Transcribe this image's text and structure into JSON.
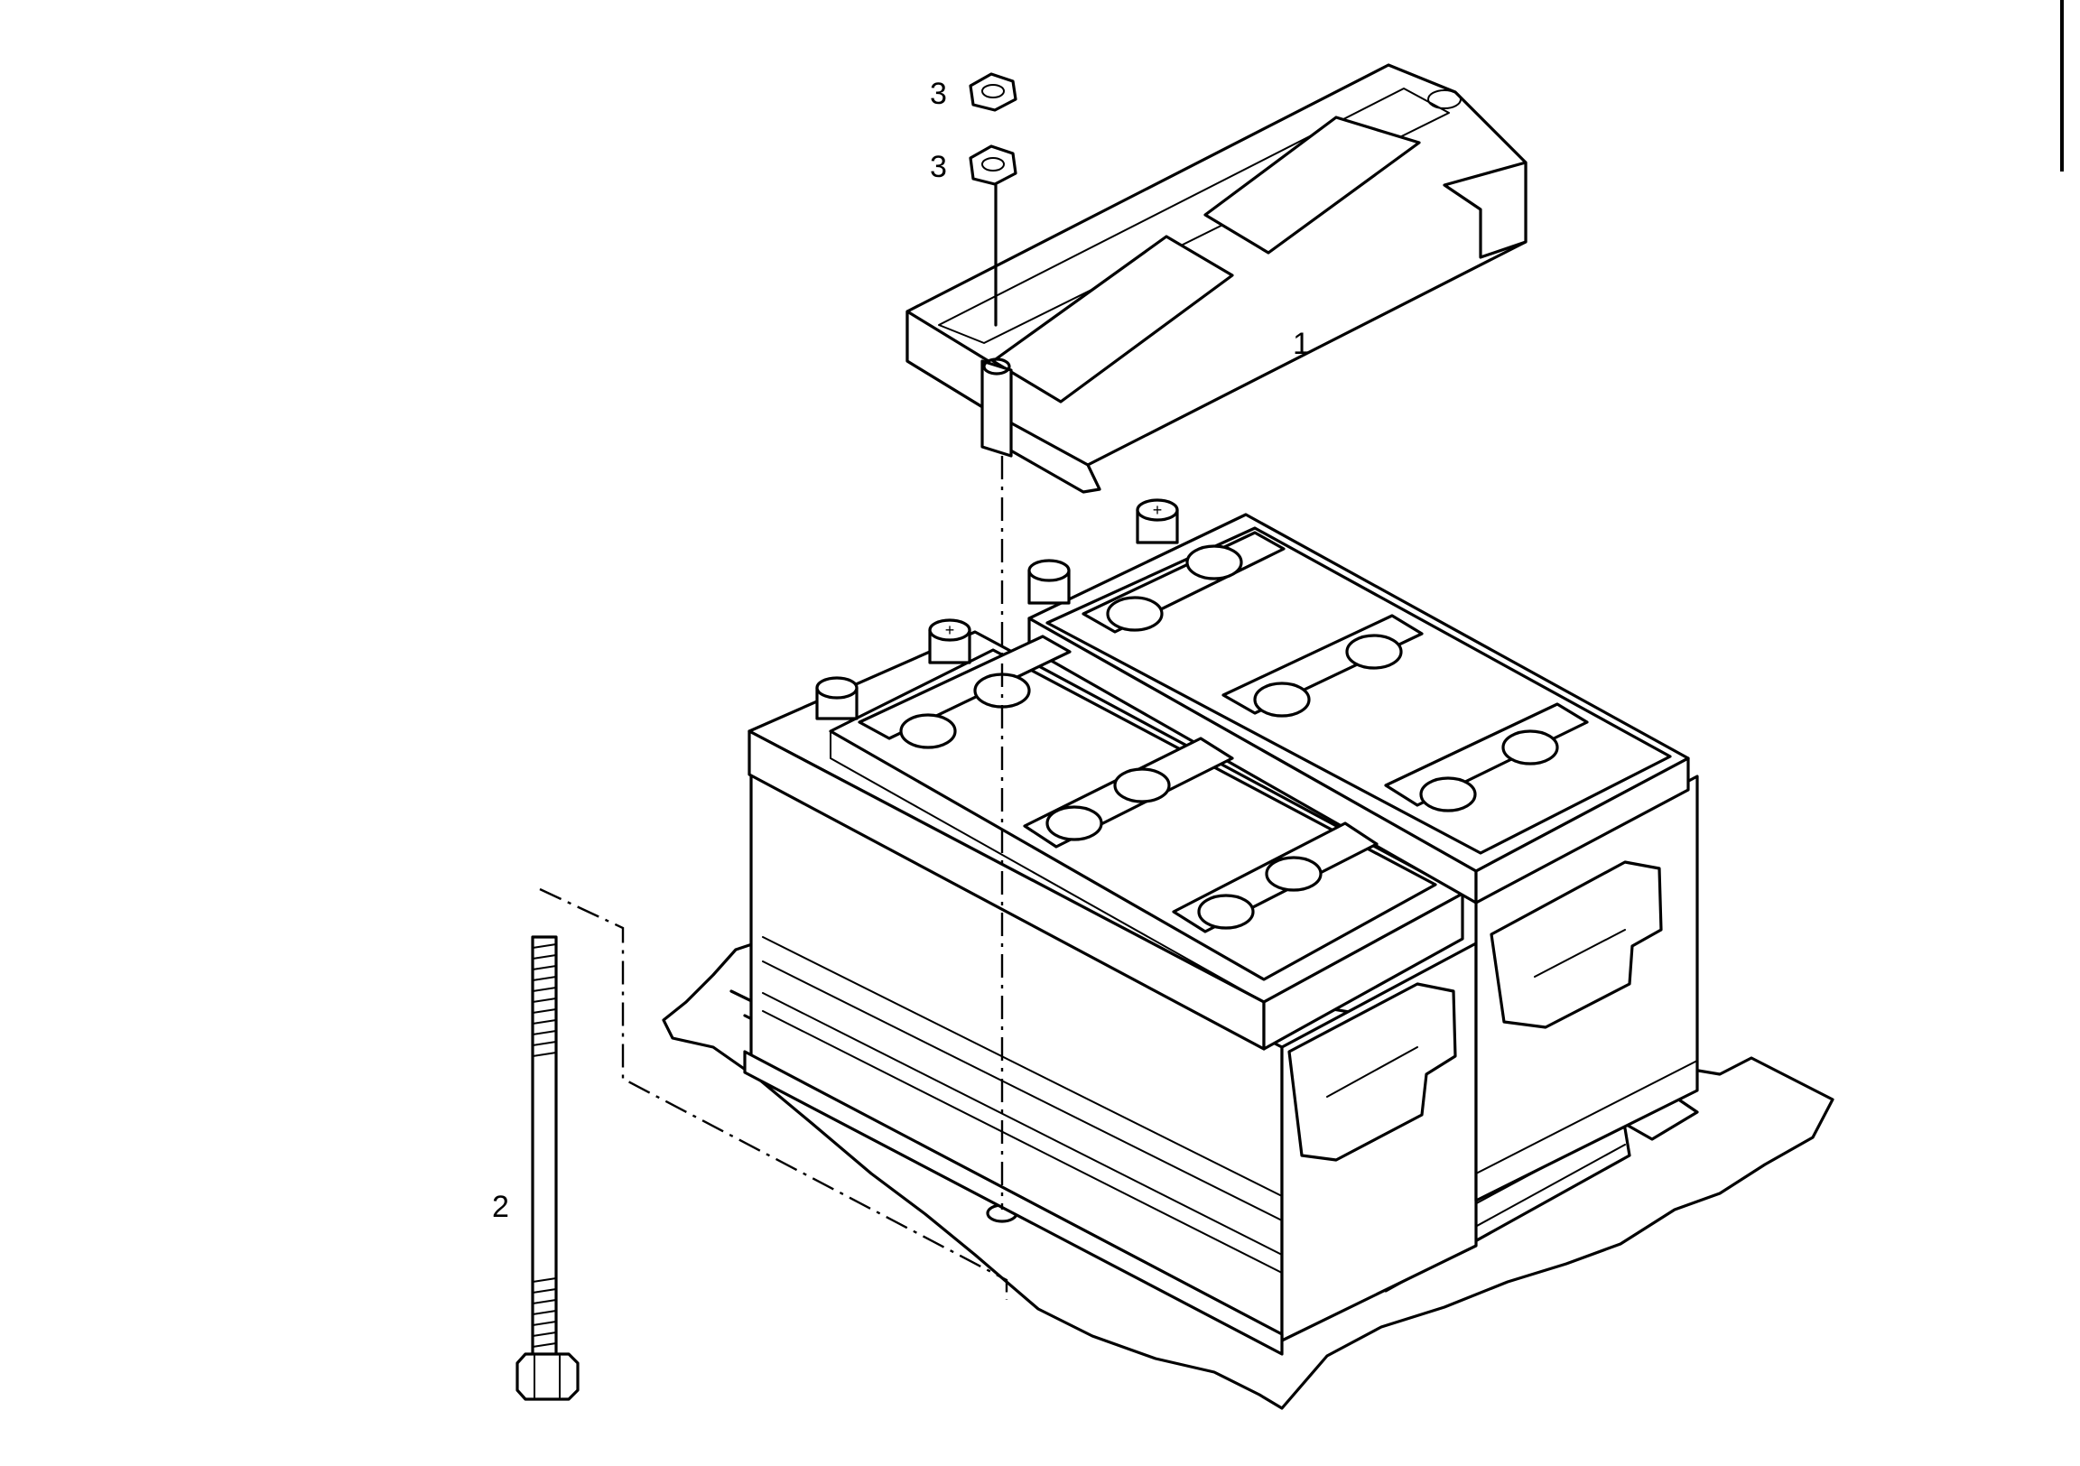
{
  "callouts": {
    "battery_clamp": "1",
    "long_bolt": "2",
    "nut_upper": "3",
    "nut_lower": "3"
  }
}
